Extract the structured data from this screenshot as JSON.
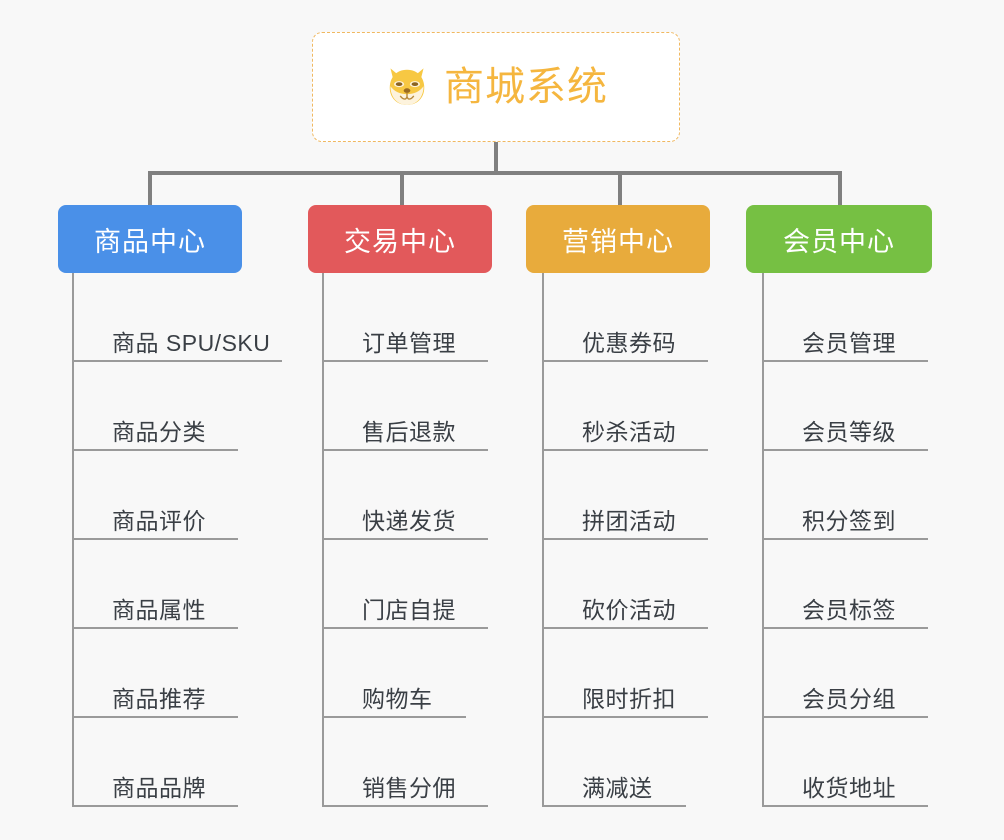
{
  "background_color": "#f8f8f8",
  "root": {
    "icon": "shiba-dog-face-icon",
    "title": "商城系统",
    "title_color": "#f5b63f",
    "border_color": "#f0b860"
  },
  "connector_color": "#808080",
  "leaf_line_color": "#9a9a9a",
  "columns": [
    {
      "id": "product-center",
      "label": "商品中心",
      "color": "#4a90e8",
      "items": [
        {
          "label": "商品 SPU/SKU"
        },
        {
          "label": "商品分类"
        },
        {
          "label": "商品评价"
        },
        {
          "label": "商品属性"
        },
        {
          "label": "商品推荐"
        },
        {
          "label": "商品品牌"
        }
      ]
    },
    {
      "id": "trade-center",
      "label": "交易中心",
      "color": "#e2595b",
      "items": [
        {
          "label": "订单管理"
        },
        {
          "label": "售后退款"
        },
        {
          "label": "快递发货"
        },
        {
          "label": "门店自提"
        },
        {
          "label": "购物车"
        },
        {
          "label": "销售分佣"
        }
      ]
    },
    {
      "id": "marketing-center",
      "label": "营销中心",
      "color": "#e8ab3c",
      "items": [
        {
          "label": "优惠券码"
        },
        {
          "label": "秒杀活动"
        },
        {
          "label": "拼团活动"
        },
        {
          "label": "砍价活动"
        },
        {
          "label": "限时折扣"
        },
        {
          "label": "满减送"
        }
      ]
    },
    {
      "id": "member-center",
      "label": "会员中心",
      "color": "#76c043",
      "items": [
        {
          "label": "会员管理"
        },
        {
          "label": "会员等级"
        },
        {
          "label": "积分签到"
        },
        {
          "label": "会员标签"
        },
        {
          "label": "会员分组"
        },
        {
          "label": "收货地址"
        }
      ]
    }
  ]
}
